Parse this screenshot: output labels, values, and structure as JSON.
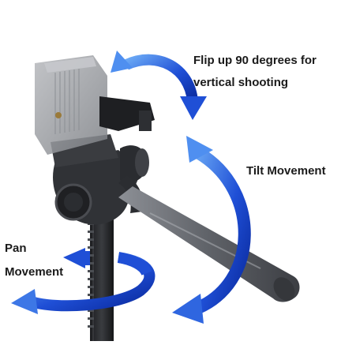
{
  "labels": {
    "flip_line1": "Flip up 90 degrees for",
    "flip_line2": "vertical shooting",
    "tilt": "Tilt Movement",
    "pan_line1": "Pan",
    "pan_line2": "Movement"
  },
  "colors": {
    "arrow_blue": "#1f4fd6",
    "arrow_light": "#5b9bf0",
    "body_dark": "#2b2d31",
    "body_mid": "#6a6d73",
    "body_light": "#9ea1a6"
  }
}
